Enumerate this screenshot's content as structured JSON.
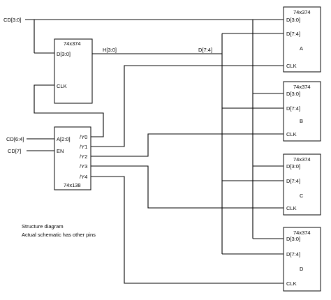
{
  "signals": {
    "cd_bus": "CD[3:0]",
    "h_bus": "H[3:0]",
    "d_bus": "D[7:4]",
    "cd_select": "CD[6:4]",
    "cd_enable": "CD[7]"
  },
  "latch": {
    "part": "74x374",
    "input": "D[3:0]",
    "clock": "CLK"
  },
  "decoder": {
    "part": "74x138",
    "input_select": "A[2:0]",
    "input_enable": "EN",
    "outputs": [
      "/Y0",
      "/Y1",
      "/Y2",
      "/Y3",
      "/Y4"
    ]
  },
  "registers": [
    {
      "part": "74x374",
      "pin_low": "D[3:0]",
      "pin_high": "D[7:4]",
      "name": "A",
      "clock": "CLK"
    },
    {
      "part": "74x374",
      "pin_low": "D[3:0]",
      "pin_high": "D[7:4]",
      "name": "B",
      "clock": "CLK"
    },
    {
      "part": "74x374",
      "pin_low": "D[3:0]",
      "pin_high": "D[7:4]",
      "name": "C",
      "clock": "CLK"
    },
    {
      "part": "74x374",
      "pin_low": "D[3:0]",
      "pin_high": "D[7:4]",
      "name": "D",
      "clock": "CLK"
    }
  ],
  "notes": {
    "line1": "Structure diagram",
    "line2": "Actual schematic has other pins"
  }
}
